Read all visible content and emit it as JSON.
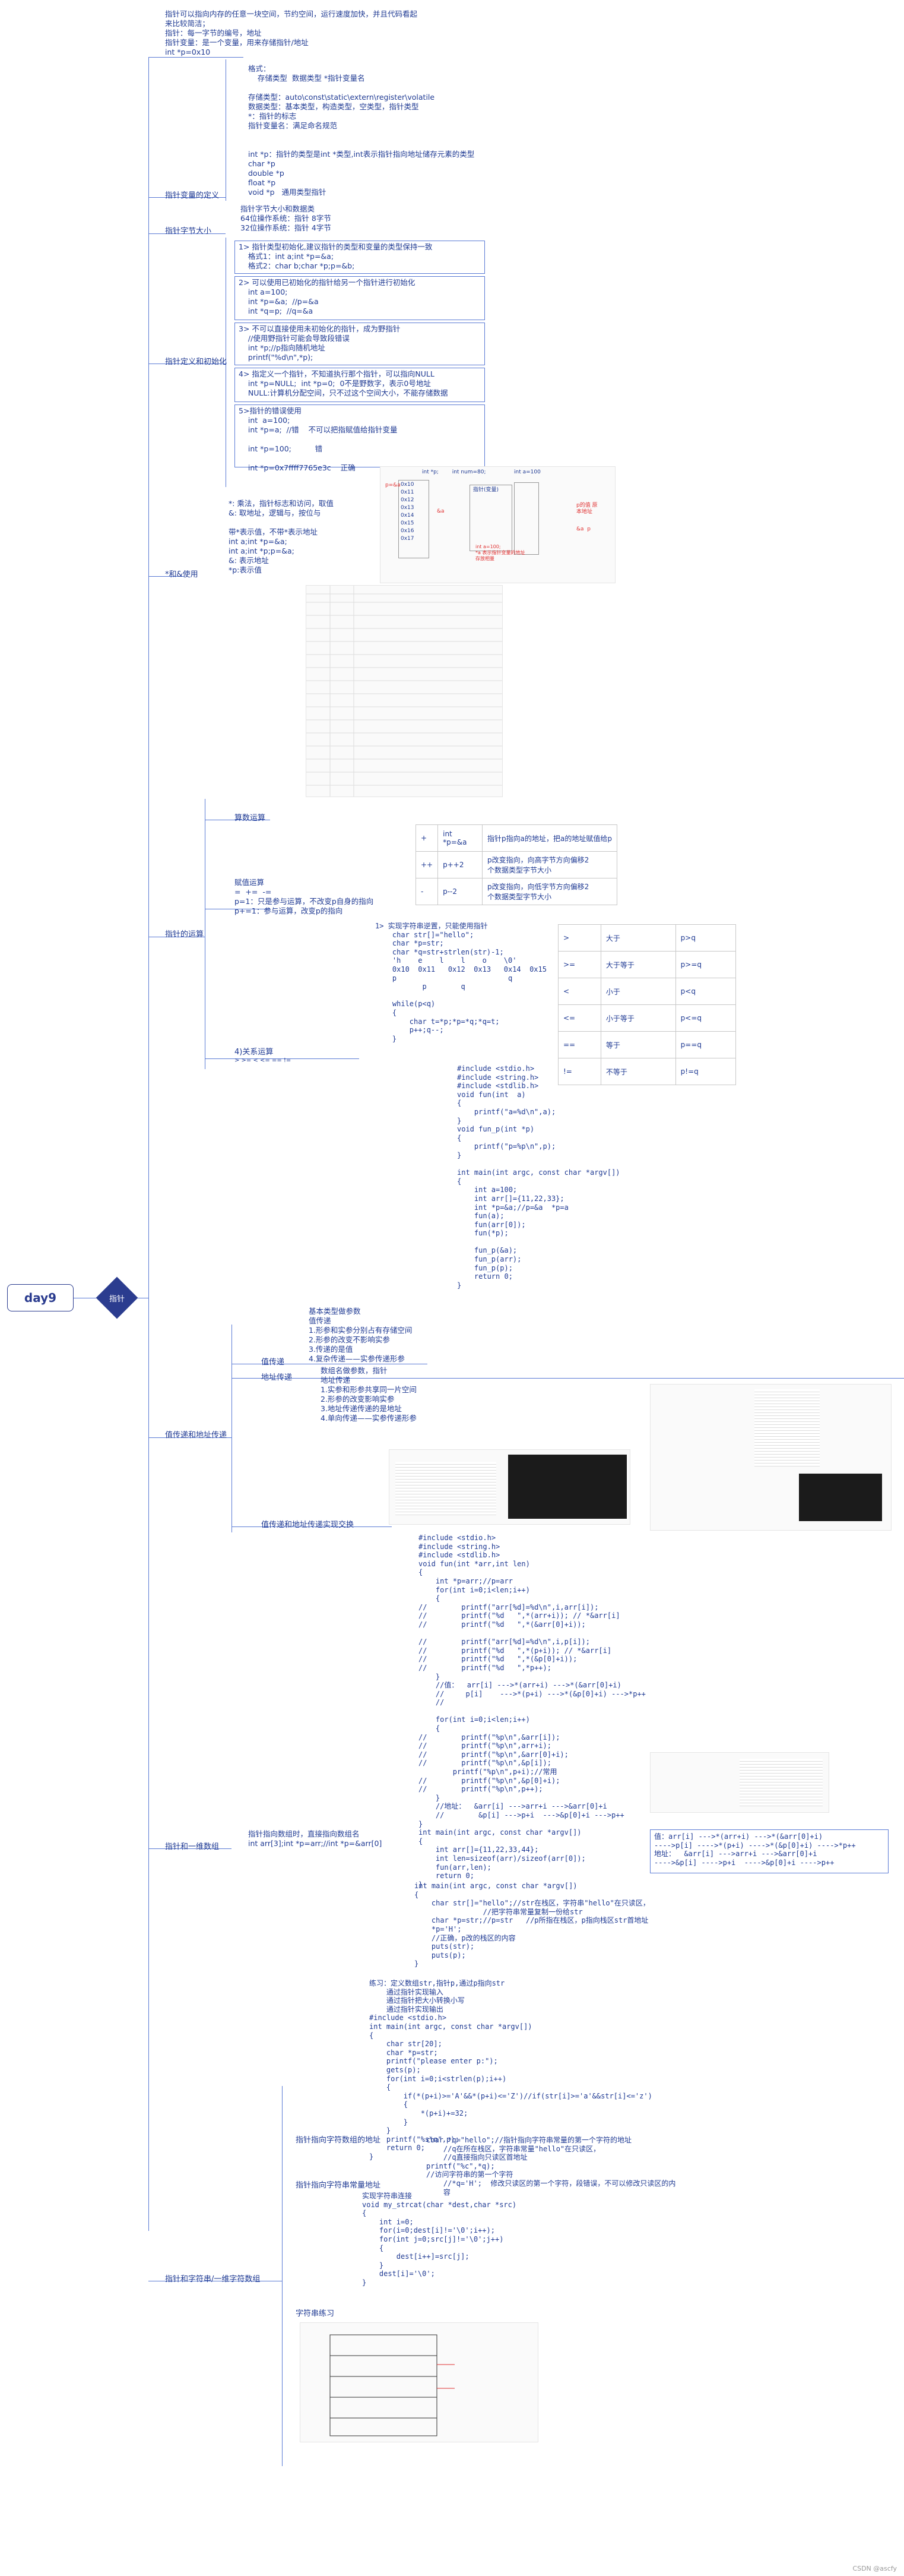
{
  "root": {
    "label": "day9"
  },
  "hub": {
    "label": "指针"
  },
  "intro_text": "指针可以指向内存的任意一块空间，节约空间，运行速度加快，并且代码看起\n来比较简洁；\n指针：每一字节的编号，地址\n指针变量：是一个变量，用来存储指针/地址\nint *p=0x10",
  "sections": {
    "definition": {
      "label": "指针变量的定义",
      "text": "格式：\n    存储类型  数据类型 *指针变量名\n\n存储类型：auto\\const\\static\\extern\\register\\volatile\n数据类型：基本类型，构造类型，空类型，指针类型\n*：指针的标志\n指针变量名：满足命名规范\n\n\nint *p：指针的类型是int *类型,int表示指针指向地址储存元素的类型\nchar *p\ndouble *p\nfloat *p\nvoid *p   通用类型指针"
    },
    "bytes": {
      "label": "指针字节大小",
      "text": "指针字节大小和数据类\n64位操作系统：指针 8字节\n32位操作系统：指针 4字节"
    },
    "init": {
      "label": "指针定义和初始化",
      "items": [
        "1> 指针类型初始化,建议指针的类型和变量的类型保持一致\n    格式1：int a;int *p=&a;\n    格式2：char b;char *p;p=&b;",
        "2> 可以使用已初始化的指针给另一个指针进行初始化\n    int a=100;\n    int *p=&a;  //p=&a\n    int *q=p;  //q=&a",
        "3> 不可以直接使用未初始化的指针，成为野指针\n    //使用野指针可能会导致段错误\n    int *p;//p指向随机地址\n    printf(\"%d\\n\",*p);",
        "4> 指定义一个指针，不知道执行那个指针，可以指向NULL\n    int *p=NULL;  int *p=0;  0不是野数字，表示0号地址\n    NULL:计算机分配空间，只不过这个空间大小，不能存储数据",
        "5>指针的错误使用\n    int  a=100;\n    int *p=a;  //错    不可以把指赋值给指针变量\n\n    int *p=100;          错\n\n    int *p=0x7ffff7765e3c    正确"
      ],
      "diagram": {
        "head": "int *p;        int num=80;",
        "fig1": "int a=100",
        "col": "0x10\n0x11\n0x12\n0x13\n0x14\n0x15\n0x16\n0x17",
        "label2": "指针(变量)",
        "red1": "p=&a",
        "red2": "&a",
        "red3": "int a=100;\n*a 表示指针变量的地址\n存放相量",
        "red4": "p的值 原\n本地址",
        "red5": "&a  p"
      }
    },
    "star": {
      "label": "*和&使用",
      "text": "*: 乘法，指针标志和访问，取值\n&: 取地址，逻辑与，按位与\n\n带*表示值，不带*表示地址\nint a;int *p=&a;\nint a;int *p;p=&a;\n&: 表示地址\n*p:表示值"
    },
    "ops": {
      "label": "指针的运算",
      "arith_label": "算数运算",
      "assign_text": "赋值运算\n=  +=  -=\np=1：只是参与运算，不改变p自身的指向\np+=1：参与运算，改变p的指向",
      "relation_label": "4)关系运算",
      "relation_ops": "> >= < <= == !=",
      "arith_table": [
        [
          "+",
          "int *p=&a",
          "指针p指向a的地址，把a的地址赋值给p"
        ],
        [
          "++",
          "p++2",
          "p改变指向，向高字节方向偏移2\n个数据类型字节大小"
        ],
        [
          "-",
          "p--2",
          "p改变指向，向低字节方向偏移2\n个数据类型字节大小"
        ]
      ],
      "rel_code": "1> 实现字符串逆置，只能使用指针\n    char str[]=\"hello\";\n    char *p=str;\n    char *q=str+strlen(str)-1;\n    'h    e    l    l    o    \\0'\n    0x10  0x11   0x12  0x13   0x14  0x15\n    p                          q\n           p        q\n\n    while(p<q)\n    {\n        char t=*p;*p=*q;*q=t;\n        p++;q--;\n    }",
      "rel_table": [
        [
          ">",
          "大于",
          "p>q"
        ],
        [
          ">=",
          "大于等于",
          "p>=q"
        ],
        [
          "<",
          "小于",
          "p<q"
        ],
        [
          "<=",
          "小于等于",
          "p<=q"
        ],
        [
          "==",
          "等于",
          "p==q"
        ],
        [
          "!=",
          "不等于",
          "p!=q"
        ]
      ]
    },
    "pass": {
      "label": "值传递和地址传递",
      "code": "#include <stdio.h>\n#include <string.h>\n#include <stdlib.h>\nvoid fun(int  a)\n{\n    printf(\"a=%d\\n\",a);\n}\nvoid fun_p(int *p)\n{\n    printf(\"p=%p\\n\",p);\n}\n\nint main(int argc, const char *argv[])\n{\n    int a=100;\n    int arr[]={11,22,33};\n    int *p=&a;//p=&a  *p=a\n    fun(a);\n    fun(arr[0]);\n    fun(*p);\n\n    fun_p(&a);\n    fun_p(arr);\n    fun_p(p);\n    return 0;\n}",
      "value_label": "值传递",
      "value_text": "基本类型做参数\n值传递\n1.形参和实参分别占有存储空间\n2.形参的改变不影响实参\n3.传递的是值\n4.复杂传递——实参传递形参",
      "addr_label": "地址传递",
      "addr_text": "数组名做参数，指针\n地址传递\n1.实参和形参共享同一片空间\n2.形参的改变影响实参\n3.地址传递传递的是地址\n4.单向传递——实参传递形参",
      "exercise_label": "值传递和地址传递实现交换"
    },
    "one_dim": {
      "label": "指针和一维数组",
      "sub_label": "指针指向数组时，直接指向数组名\nint arr[3];int *p=arr;//int *p=&arr[0]",
      "code": "#include <stdio.h>\n#include <string.h>\n#include <stdlib.h>\nvoid fun(int *arr,int len)\n{\n    int *p=arr;//p=arr\n    for(int i=0;i<len;i++)\n    {\n//        printf(\"arr[%d]=%d\\n\",i,arr[i]);\n//        printf(\"%d   \",*(arr+i)); // *&arr[i]\n//        printf(\"%d   \",*(&arr[0]+i));\n\n//        printf(\"arr[%d]=%d\\n\",i,p[i]);\n//        printf(\"%d   \",*(p+i)); // *&arr[i]\n//        printf(\"%d   \",*(&p[0]+i));\n//        printf(\"%d   \",*p++);\n    }\n    //值：  arr[i] --->*(arr+i) --->*(&arr[0]+i)\n    //     p[i]    --->*(p+i) --->*(&p[0]+i) --->*p++\n    //\n\n    for(int i=0;i<len;i++)\n    {\n//        printf(\"%p\\n\",&arr[i]);\n//        printf(\"%p\\n\",arr+i);\n//        printf(\"%p\\n\",&arr[0]+i);\n//        printf(\"%p\\n\",&p[i]);\n        printf(\"%p\\n\",p+i);//常用\n//        printf(\"%p\\n\",&p[0]+i);\n//        printf(\"%p\\n\",p++);\n    }\n    //地址：  &arr[i] --->arr+i --->&arr[0]+i\n    //        &p[i] --->p+i  --->&p[0]+i --->p++\n}\nint main(int argc, const char *argv[])\n{\n    int arr[]={11,22,33,44};\n    int len=sizeof(arr)/sizeof(arr[0]);\n    fun(arr,len);\n    return 0;\n}",
      "summary": "值：arr[i] --->*(arr+i) --->*(&arr[0]+i)\n---->p[i] ---->*(p+i) ---->*(&p[0]+i) ---->*p++\n地址：  &arr[i] --->arr+i --->&arr[0]+i\n---->&p[i] ---->p+i  ---->&p[0]+i ---->p++"
    },
    "string": {
      "label": "指针和字符串/一维字符数组",
      "code1": "int main(int argc, const char *argv[])\n{\n    char str[]=\"hello\";//str在栈区，字符串\"hello\"在只读区，\n                //把字符串常量复制一份给str\n    char *p=str;//p=str   //p所指在栈区，p指向栈区str首地址\n    *p='H';\n    //正确，p改的栈区的内容\n    puts(str);\n    puts(p);\n}",
      "code2": "练习：定义数组str,指针p,通过p指向str\n    通过指针实现输入\n    通过指针把大小转换小写\n    通过指针实现输出\n#include <stdio.h>\nint main(int argc, const char *argv[])\n{\n    char str[20];\n    char *p=str;\n    printf(\"please enter p:\");\n    gets(p);\n    for(int i=0;i<strlen(p);i++)\n    {\n        if(*(p+i)>='A'&&*(p+i)<='Z')//if(str[i]>='a'&&str[i]<='z')\n        {\n            *(p+i)+=32;\n        }\n    }\n    printf(\"%s\\n\",p);\n    return 0;\n}",
      "ptr_arr_label": "指针指向字符数组的地址",
      "ptr_const_label": "指针指向字符串常量地址",
      "const_code": "char *q=\"hello\";//指针指向字符串常量的第一个字符的地址\n    //q在所在栈区，字符串常量\"hello\"在只读区，\n    //q直接指向只读区首地址\nprintf(\"%c\",*q);\n//访问字符串的第一个字符\n    //*q='H';  修改只读区的第一个字符，段错误，不可以修改只读区的内\n    容",
      "strcat_code": "实现字符串连接\nvoid my_strcat(char *dest,char *src)\n{\n    int i=0;\n    for(i=0;dest[i]!='\\0';i++);\n    for(int j=0;src[j]!='\\0';j++)\n    {\n        dest[i++]=src[j];\n    }\n    dest[i]='\\0';\n}",
      "exercise_label": "字符串练习"
    }
  },
  "watermark": "CSDN @ascfy",
  "colors": {
    "node": "#2b3c8f",
    "line": "#5b7bd5",
    "text": "#1f3a93",
    "red": "#e03030"
  }
}
